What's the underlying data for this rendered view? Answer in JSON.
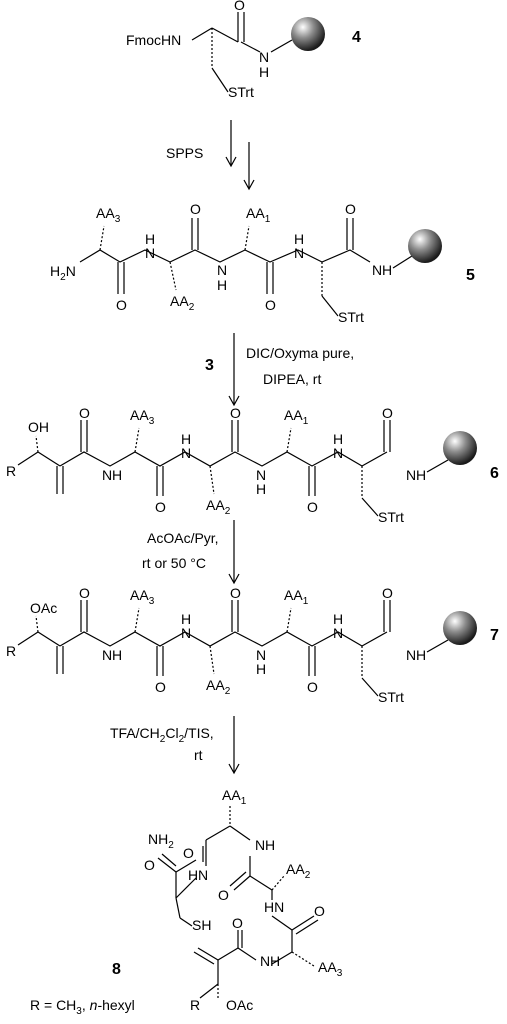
{
  "compounds": {
    "c4": {
      "number": "4",
      "fmoc": "FmocHN",
      "nh": "N",
      "h": "H",
      "o": "O",
      "strt": "STrt"
    },
    "c5": {
      "number": "5"
    },
    "c6": {
      "number": "6"
    },
    "c7": {
      "number": "7"
    },
    "c8": {
      "number": "8"
    }
  },
  "steps": [
    {
      "reagent": "SPPS"
    },
    {
      "reagent_num": "3",
      "line1": "DIC/Oxyma pure,",
      "line2": "DIPEA, rt"
    },
    {
      "line1": "AcOAc/Pyr,",
      "line2": "rt or 50 °C"
    },
    {
      "line1_a": "TFA/CH",
      "line1_b": "2",
      "line1_c": "Cl",
      "line1_d": "2",
      "line1_e": "/TIS,",
      "line2": "rt"
    }
  ],
  "labels": {
    "aa1": "AA",
    "aa1_sub": "1",
    "aa2": "AA",
    "aa2_sub": "2",
    "aa3": "AA",
    "aa3_sub": "3",
    "h2n": "H",
    "h2n_sub": "2",
    "h2n_n": "N",
    "o": "O",
    "n": "N",
    "h": "H",
    "r": "R",
    "oh": "OH",
    "oac": "OAc",
    "strt": "STrt",
    "sh": "SH",
    "nh2": "NH",
    "nh2_sub": "2",
    "hn": "HN"
  },
  "footnote": {
    "a": "R = CH",
    "b": "3",
    "c": ", ",
    "d": "n",
    "e": "-hexyl"
  }
}
